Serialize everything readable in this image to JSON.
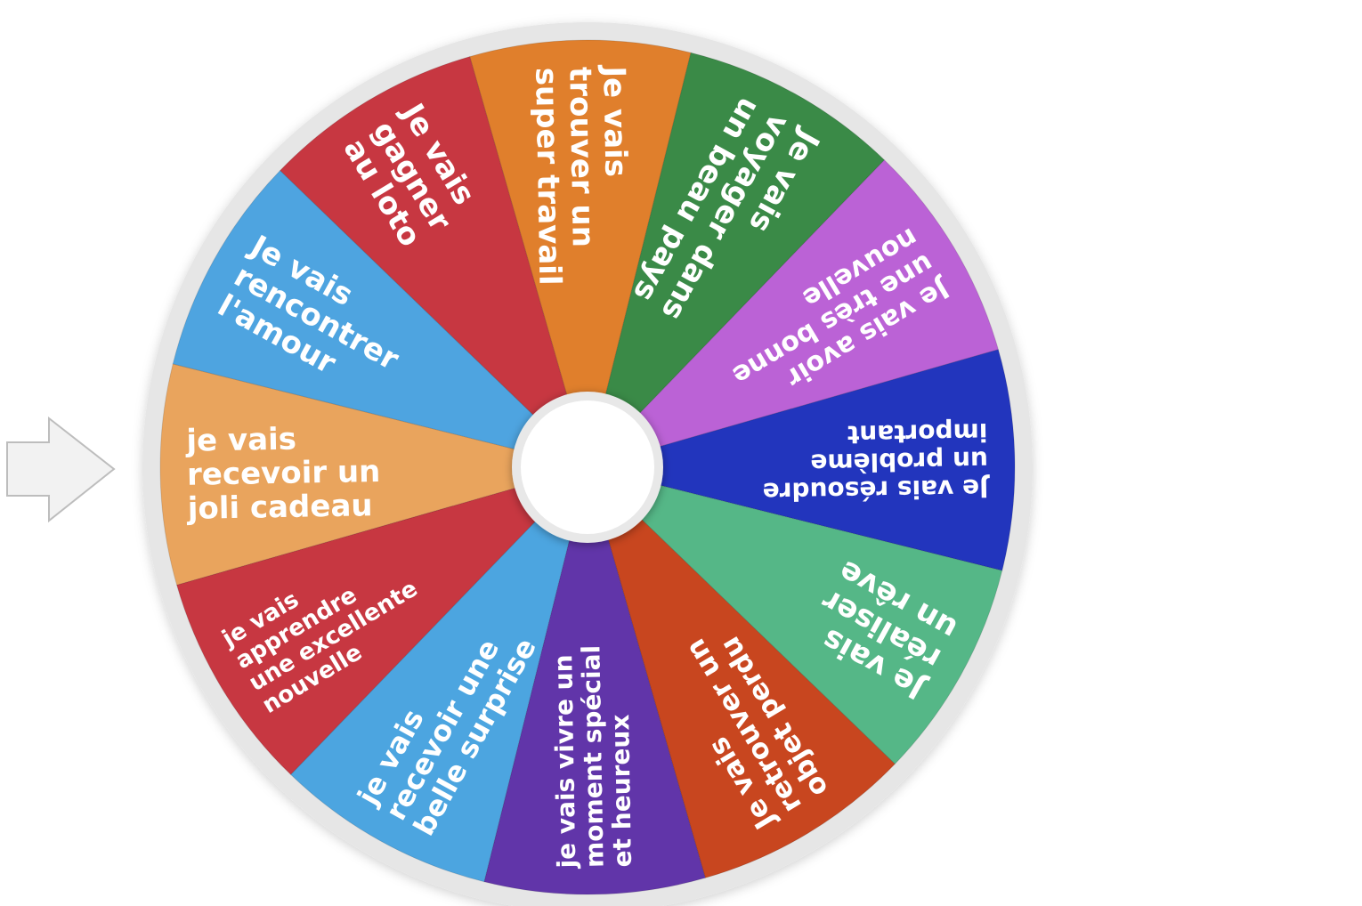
{
  "wheel": {
    "segments": [
      {
        "label": [
          "Je vais",
          "trouver un",
          "super travail"
        ],
        "color": "#e07f2c"
      },
      {
        "label": [
          "Je vais",
          "voyager dans",
          "un beau pays"
        ],
        "color": "#3a8a47"
      },
      {
        "label": [
          "Je vais avoir",
          "une très bonne",
          "nouvelle"
        ],
        "color": "#bb62d6"
      },
      {
        "label": [
          "Je vais résoudre",
          "un problème",
          "important"
        ],
        "color": "#2235bd"
      },
      {
        "label": [
          "Je vais",
          "réaliser",
          "un rêve"
        ],
        "color": "#55b787"
      },
      {
        "label": [
          "Je vais",
          "retrouver un",
          "objet perdu"
        ],
        "color": "#c8461f"
      },
      {
        "label": [
          "je vais vivre un",
          "moment spécial",
          "et heureux"
        ],
        "color": "#6135a9"
      },
      {
        "label": [
          "je vais",
          "recevoir une",
          "belle surprise"
        ],
        "color": "#4ca5e0"
      },
      {
        "label": [
          "je vais",
          "apprendre",
          "une excellente",
          "nouvelle"
        ],
        "color": "#c73741"
      },
      {
        "label": [
          "je vais",
          "recevoir un",
          "joli cadeau"
        ],
        "color": "#e9a45d"
      },
      {
        "label": [
          "Je vais",
          "rencontrer",
          "l'amour"
        ],
        "color": "#4ea4e0"
      },
      {
        "label": [
          "Je vais",
          "gagner",
          "au loto"
        ],
        "color": "#c73741"
      }
    ],
    "rim_color": "#e6e6e6",
    "hub_color": "#ffffff",
    "pointer_color": "#f2f2f2",
    "pointer_icon": "arrow-right-icon"
  }
}
